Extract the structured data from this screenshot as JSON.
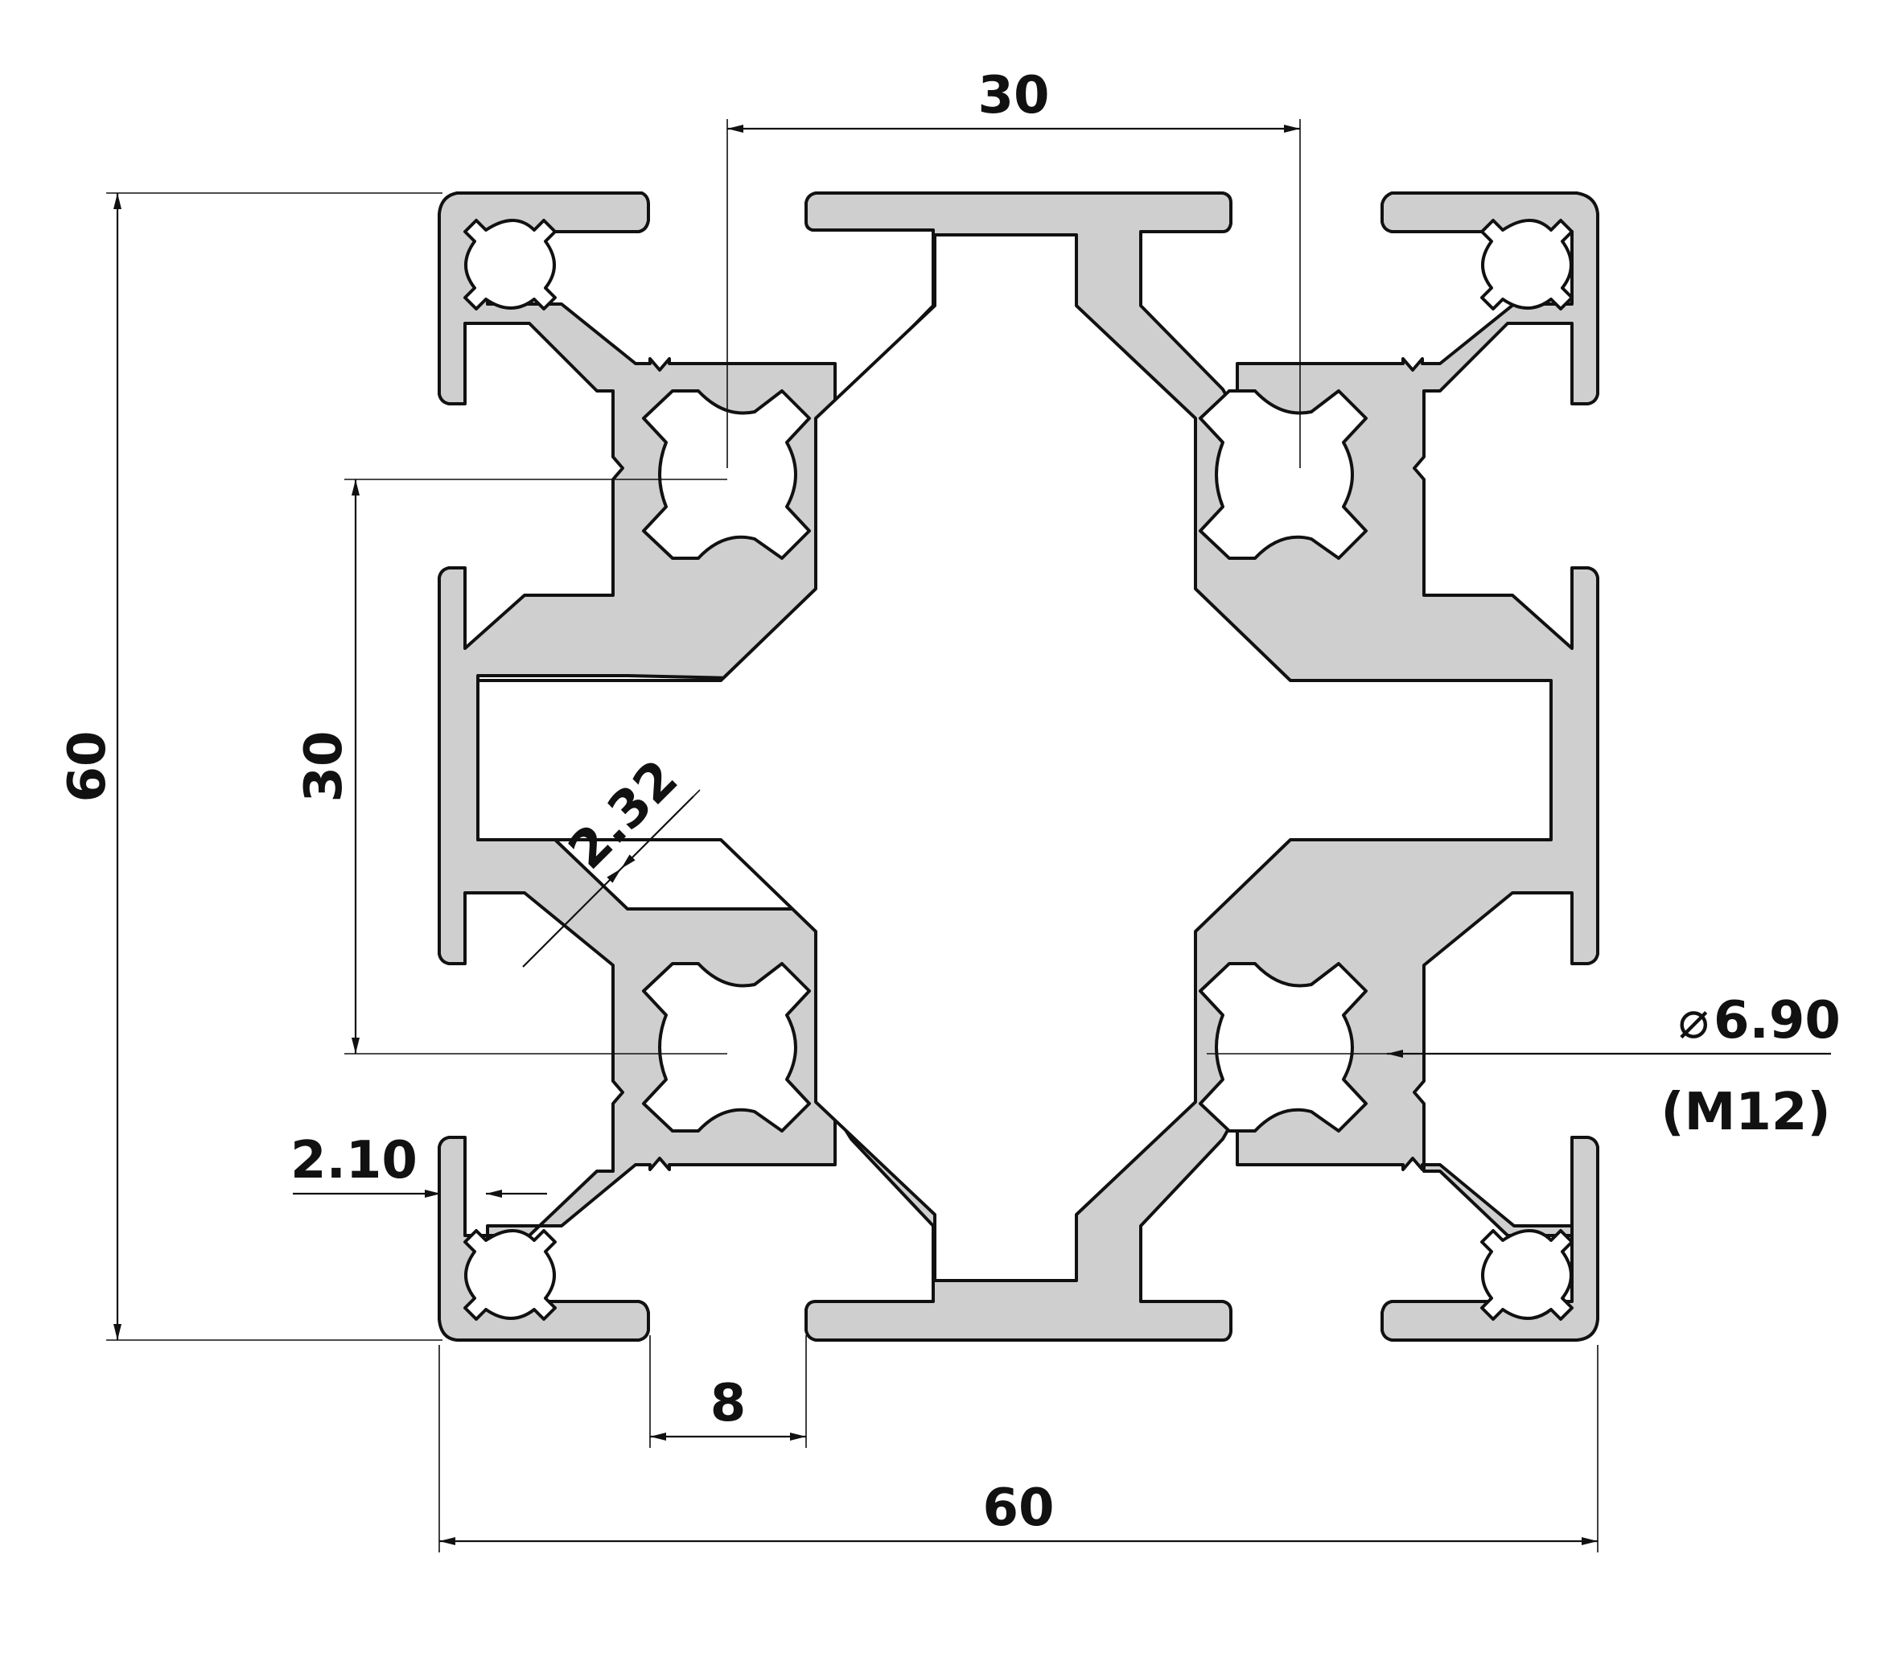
{
  "drawing": {
    "profile_color": "#cfcfcf",
    "line_color": "#111111",
    "background": "#ffffff"
  },
  "dimensions": {
    "top_slot_pitch": "30",
    "overall_height": "60",
    "left_slot_pitch": "30",
    "wall_thickness": "2.32",
    "core_bore_diameter": "6.90",
    "core_bore_thread": "(M12)",
    "flange_thickness": "2.10",
    "slot_opening": "8",
    "overall_width": "60"
  },
  "symbols": {
    "diameter": "⌀"
  }
}
